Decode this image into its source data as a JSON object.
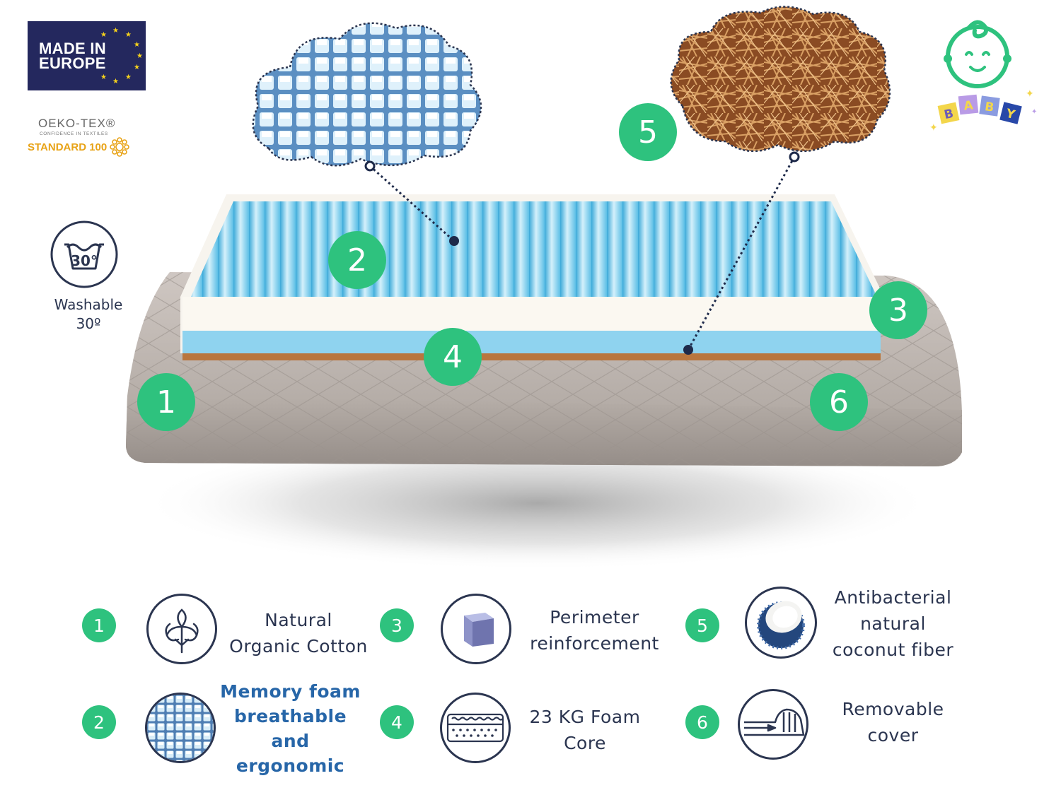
{
  "badges": {
    "made_in_europe": "MADE IN\nEUROPE",
    "oeko_brand": "OEKO-TEX®",
    "oeko_tagline": "CONFIDENCE IN TEXTILES",
    "oeko_standard": "STANDARD 100",
    "wash_temp": "30°",
    "wash_label": "Washable\n30º",
    "baby_letters": [
      "B",
      "A",
      "B",
      "Y"
    ]
  },
  "callouts": [
    "1",
    "2",
    "3",
    "4",
    "5",
    "6"
  ],
  "features": [
    {
      "number": "1",
      "icon": "cotton-plant-icon",
      "text": "Natural\nOrganic Cotton"
    },
    {
      "number": "2",
      "icon": "memory-foam-texture-icon",
      "text": "Memory foam\nbreathable\nand\nergonomic",
      "highlight": true
    },
    {
      "number": "3",
      "icon": "cube-icon",
      "text": "Perimeter\nreinforcement"
    },
    {
      "number": "4",
      "icon": "foam-core-icon",
      "text": "23 KG Foam\nCore"
    },
    {
      "number": "5",
      "icon": "coconut-icon",
      "text": "Antibacterial\nnatural\ncoconut fiber"
    },
    {
      "number": "6",
      "icon": "removable-cover-icon",
      "text": "Removable\ncover"
    }
  ],
  "colors": {
    "accent_green": "#2ec27e",
    "navy": "#2b3550",
    "highlight_blue": "#2766a8",
    "eu_blue": "#24285e",
    "oeko_orange": "#e8a317"
  }
}
